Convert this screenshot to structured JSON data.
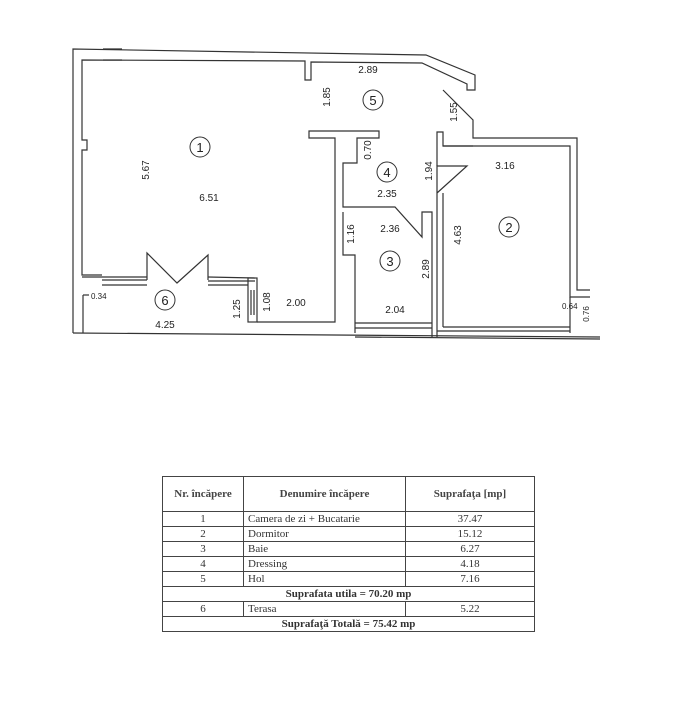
{
  "plan": {
    "room_numbers": [
      "1",
      "2",
      "3",
      "4",
      "5",
      "6"
    ],
    "dimensions": {
      "d_289_top": "2.89",
      "d_185": "1.85",
      "d_155": "1.55",
      "d_567": "5.67",
      "d_651": "6.51",
      "d_070": "0.70",
      "d_194": "1.94",
      "d_235": "2.35",
      "d_316": "3.16",
      "d_236": "2.36",
      "d_116": "1.16",
      "d_463": "4.63",
      "d_289_bath": "2.89",
      "d_034": "0.34",
      "d_125": "1.25",
      "d_108": "1.08",
      "d_200": "2.00",
      "d_204": "2.04",
      "d_425": "4.25",
      "d_064": "0.64",
      "d_076": "0.76"
    }
  },
  "table": {
    "headers": [
      "Nr. încăpere",
      "Denumire încăpere",
      "Suprafaţa [mp]"
    ],
    "rows": [
      {
        "nr": "1",
        "name": "Camera de zi + Bucatarie",
        "area": "37.47"
      },
      {
        "nr": "2",
        "name": "Dormitor",
        "area": "15.12"
      },
      {
        "nr": "3",
        "name": "Baie",
        "area": "6.27"
      },
      {
        "nr": "4",
        "name": "Dressing",
        "area": "4.18"
      },
      {
        "nr": "5",
        "name": "Hol",
        "area": "7.16"
      }
    ],
    "useful_total": "Suprafata utila = 70.20 mp",
    "terrace": {
      "nr": "6",
      "name": "Terasa",
      "area": "5.22"
    },
    "grand_total": "Suprafaţă Totală =  75.42 mp"
  }
}
